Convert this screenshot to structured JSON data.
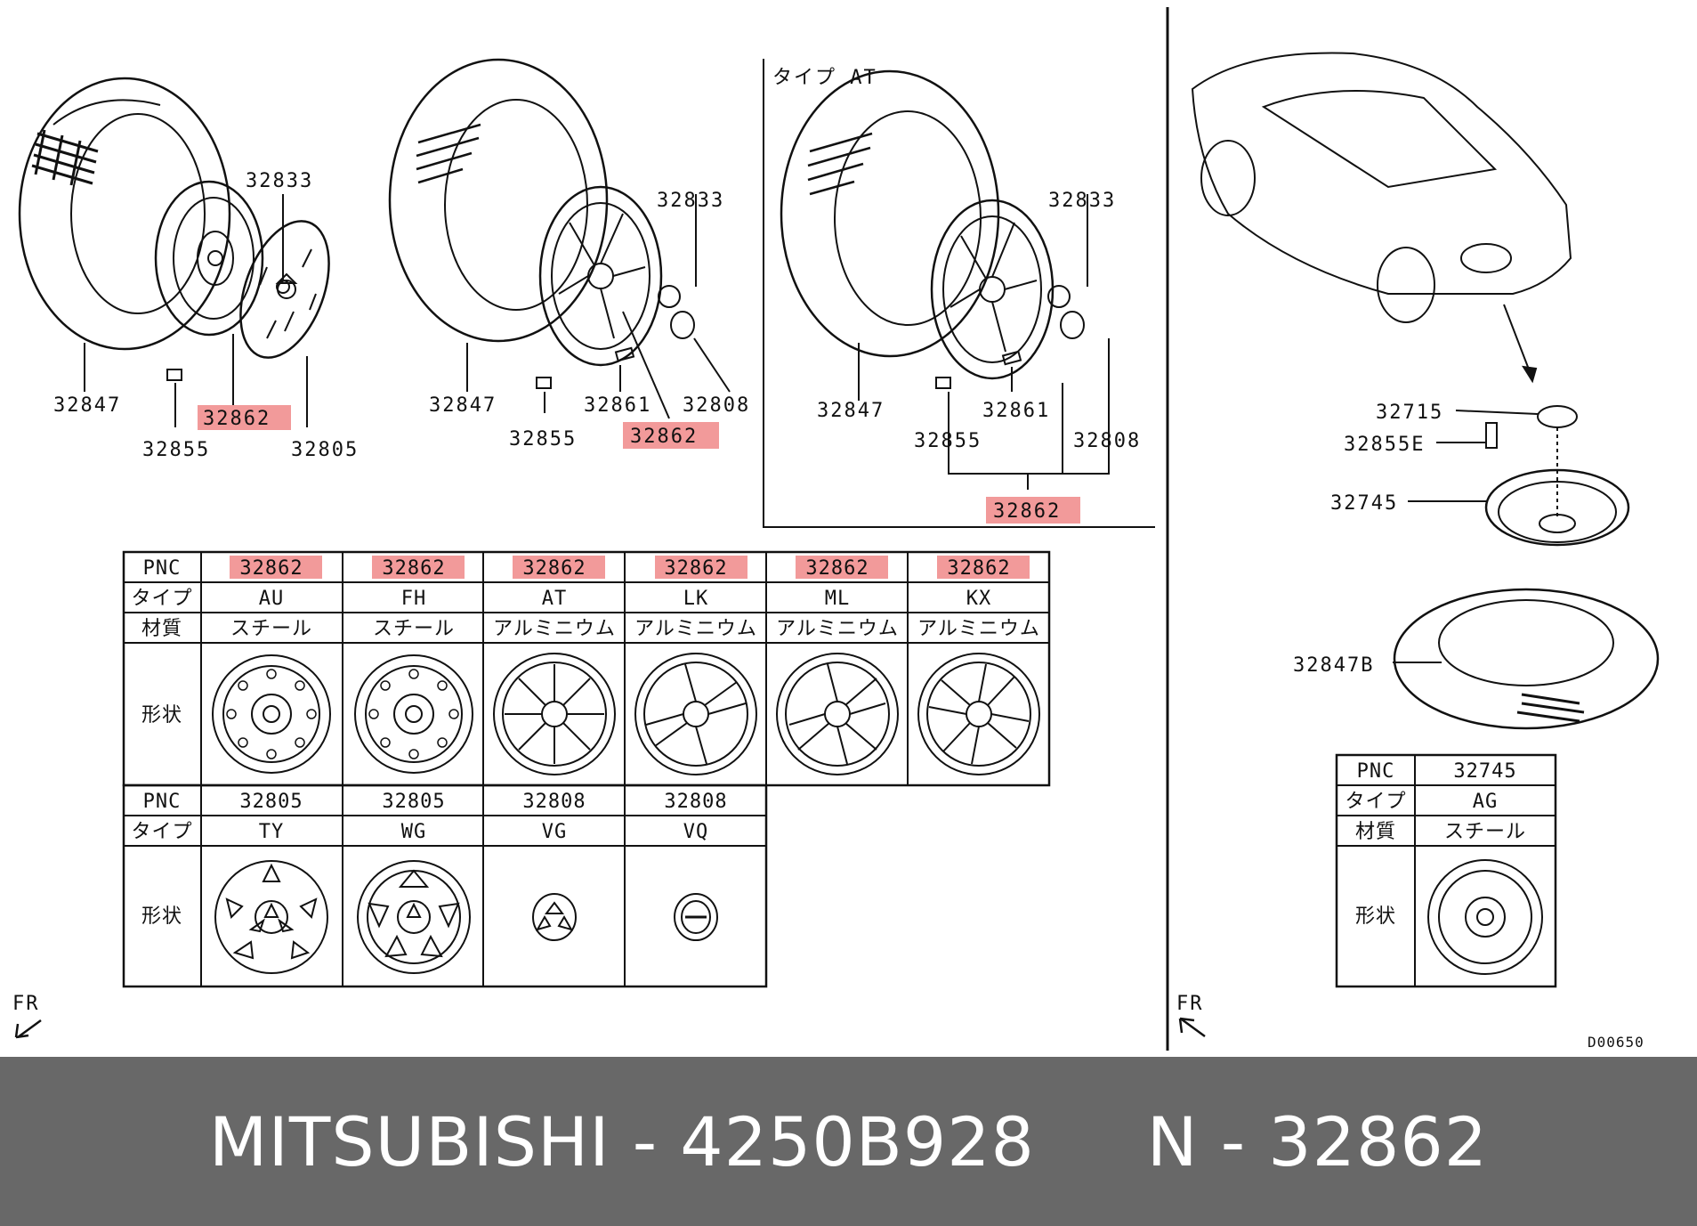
{
  "labels": {
    "tire": "32847",
    "hub_nut": "32833",
    "valve": "32855",
    "wheel": "32862",
    "wheel_cover": "32805",
    "balance_weight": "32861",
    "center_ornament": "32808",
    "spare_bolt": "32855E",
    "spare_bracket": "32715",
    "spare_wheel": "32745",
    "spare_tire": "32847B"
  },
  "type_at_heading": "タイプ AT",
  "fr_label": "FR",
  "drawing_code": "D00650",
  "table_wheels": {
    "pnc_header": "PNC",
    "type_header": "タイプ",
    "material_header": "材質",
    "shape_header": "形状",
    "columns": [
      {
        "pnc": "32862",
        "type": "AU",
        "material": "スチール",
        "icon": "steel-wheel-icon"
      },
      {
        "pnc": "32862",
        "type": "FH",
        "material": "スチール",
        "icon": "steel-wheel-icon"
      },
      {
        "pnc": "32862",
        "type": "AT",
        "material": "アルミニウム",
        "icon": "alloy-wheel-icon"
      },
      {
        "pnc": "32862",
        "type": "LK",
        "material": "アルミニウム",
        "icon": "alloy-wheel-icon"
      },
      {
        "pnc": "32862",
        "type": "ML",
        "material": "アルミニウム",
        "icon": "alloy-wheel-icon"
      },
      {
        "pnc": "32862",
        "type": "KX",
        "material": "アルミニウム",
        "icon": "alloy-wheel-icon"
      }
    ]
  },
  "table_covers": {
    "pnc_header": "PNC",
    "type_header": "タイプ",
    "shape_header": "形状",
    "columns": [
      {
        "pnc": "32805",
        "type": "TY",
        "icon": "wheel-cover-icon"
      },
      {
        "pnc": "32805",
        "type": "WG",
        "icon": "wheel-cover-icon"
      },
      {
        "pnc": "32808",
        "type": "VG",
        "icon": "center-cap-icon"
      },
      {
        "pnc": "32808",
        "type": "VQ",
        "icon": "center-cap-icon"
      }
    ]
  },
  "table_spare": {
    "pnc_header": "PNC",
    "type_header": "タイプ",
    "material_header": "材質",
    "shape_header": "形状",
    "pnc": "32745",
    "type": "AG",
    "material": "スチール",
    "icon": "spare-steel-wheel-icon"
  },
  "highlight_color": "#f29a9a",
  "banner_text": "MITSUBISHI - 4250B928     N - 32862"
}
